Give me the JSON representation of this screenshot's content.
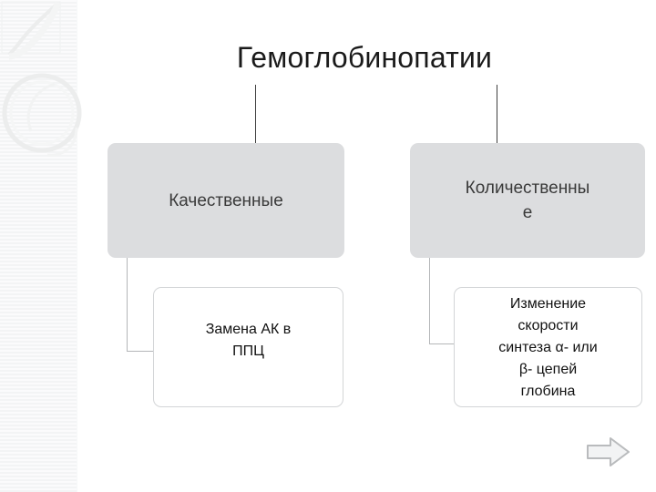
{
  "slide": {
    "title": "Гемоглобинопатии",
    "background_color": "#ffffff"
  },
  "theme": {
    "grey_box_fill": "#dcdddf",
    "white_box_fill": "#ffffff",
    "box_border_color": "#d3d5d7",
    "connector_dark": "#3f3f3f",
    "connector_light": "#b4b6b8",
    "title_color": "#1a1a1a",
    "band_color": "#f3f4f5",
    "arrow_color": "#b9bbbd"
  },
  "diagram": {
    "branches": [
      {
        "category": "Качественные",
        "detail": "Замена АК в ППЦ"
      },
      {
        "category": "Количественные",
        "detail": "Изменение скорости синтеза α- или β- цепей глобина"
      }
    ],
    "quantitative_lines": [
      "Количественны",
      "е"
    ],
    "aa_substitution_lines": [
      "Замена АК в",
      "ППЦ"
    ],
    "synthesis_lines": [
      "Изменение",
      "скорости",
      "синтеза α- или",
      "β- цепей",
      "глобина"
    ]
  },
  "controls": {
    "next_arrow": "next-arrow"
  }
}
